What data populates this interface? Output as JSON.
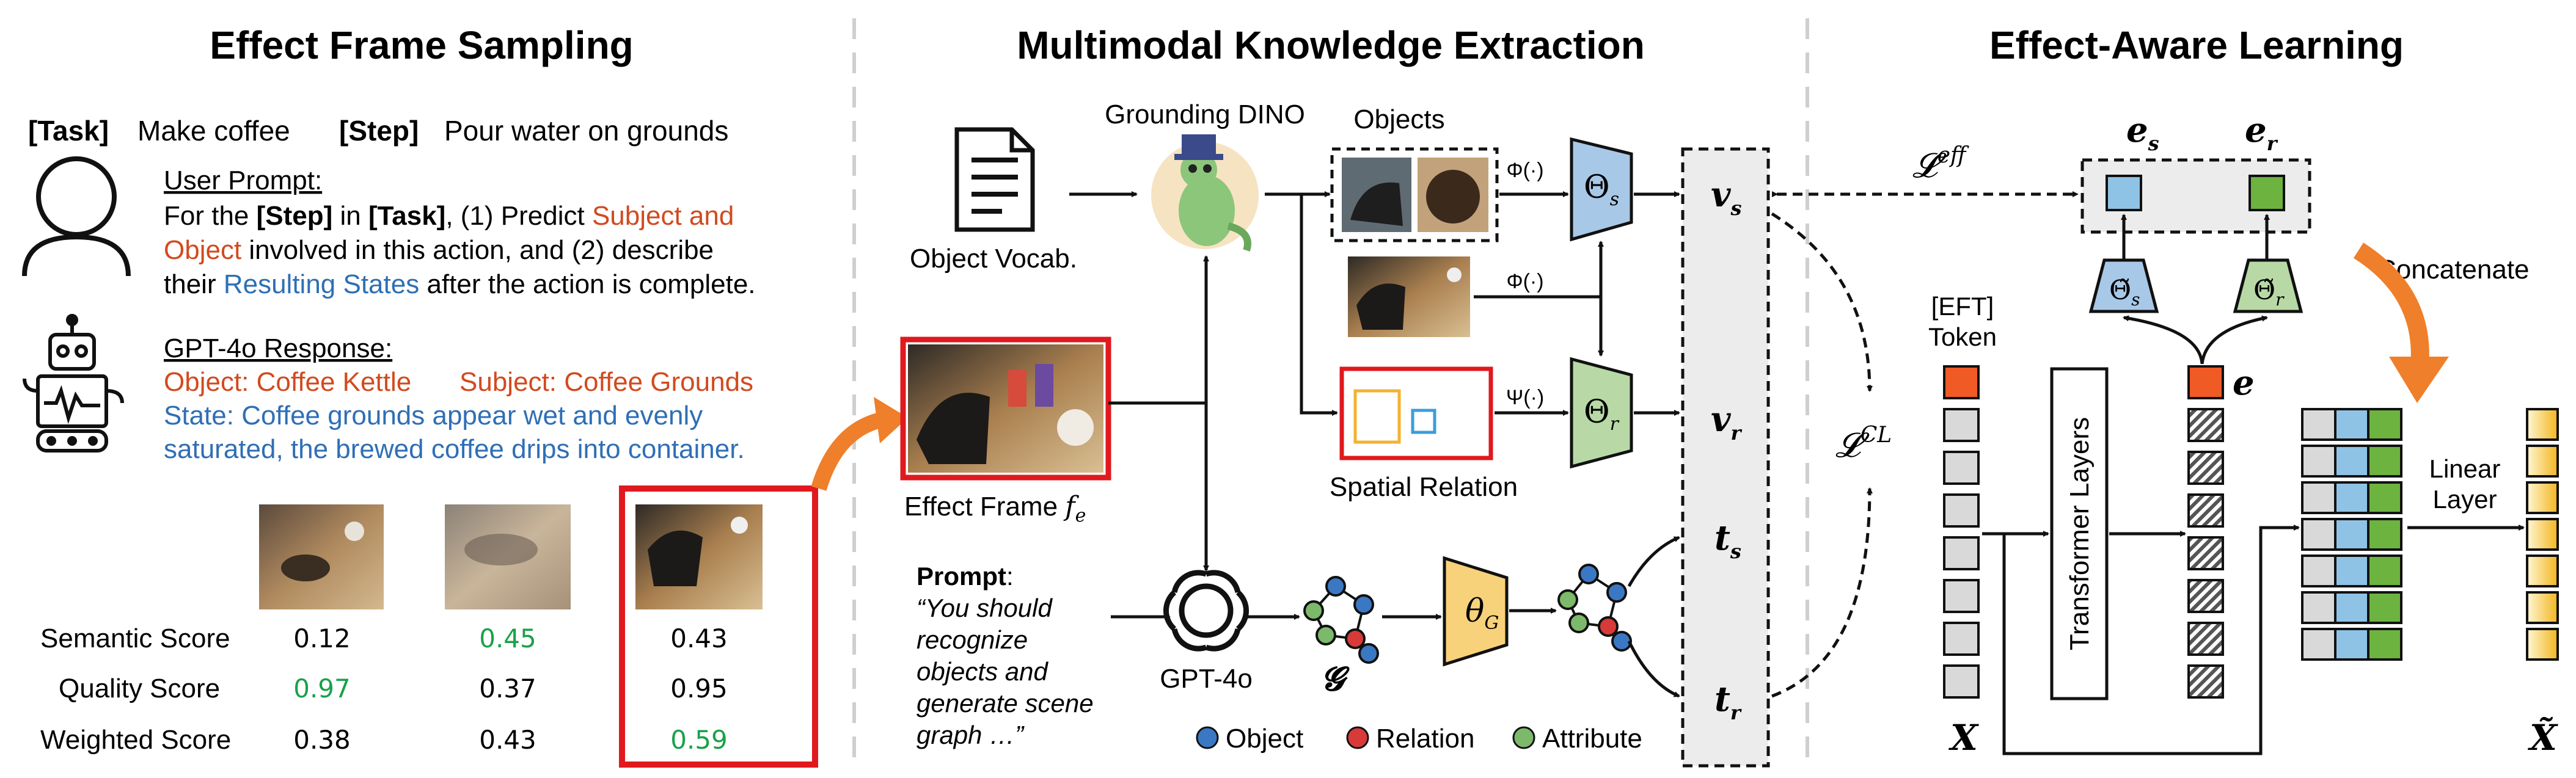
{
  "sections": {
    "left_title": "Effect Frame Sampling",
    "middle_title": "Multimodal Knowledge Extraction",
    "right_title": "Effect-Aware Learning"
  },
  "left": {
    "task_tag": "[Task]",
    "task_text": "Make coffee",
    "step_tag": "[Step]",
    "step_text": "Pour water on grounds",
    "user_prompt_label": "User Prompt:",
    "prompt_line1_a": "For the ",
    "prompt_line1_step": "[Step]",
    "prompt_line1_b": " in ",
    "prompt_line1_task": "[Task]",
    "prompt_line1_c": ", (1) Predict ",
    "prompt_line1_red": "Subject and",
    "prompt_line2_red": "Object",
    "prompt_line2_b": " involved in this action, and (2) describe",
    "prompt_line3_a": "their ",
    "prompt_line3_blue": "Resulting States",
    "prompt_line3_b": " after the action is complete.",
    "gpt_response_label": "GPT-4o Response:",
    "resp_object": "Object: Coffee Kettle",
    "resp_subject": "Subject: Coffee Grounds",
    "resp_state1": "State: Coffee grounds appear wet and evenly",
    "resp_state2": "saturated, the brewed coffee drips into container.",
    "score_rows": [
      {
        "label": "Semantic Score",
        "values": [
          "0.12",
          "0.45",
          "0.43"
        ],
        "highlight": 1
      },
      {
        "label": "Quality Score",
        "values": [
          "0.97",
          "0.37",
          "0.95"
        ],
        "highlight": 0
      },
      {
        "label": "Weighted Score",
        "values": [
          "0.38",
          "0.43",
          "0.59"
        ],
        "highlight": 2
      }
    ]
  },
  "middle": {
    "object_vocab": "Object Vocab.",
    "grounding_dino": "Grounding DINO",
    "objects": "Objects",
    "phi": "Φ(·)",
    "psi": "Ψ(·)",
    "theta_s": "Θ",
    "theta_s_sub": "s",
    "theta_r": "Θ",
    "theta_r_sub": "r",
    "spatial_relation": "Spatial Relation",
    "effect_frame": "Effect Frame ",
    "effect_frame_sym": "f",
    "effect_frame_sub": "e",
    "prompt_label": "Prompt",
    "prompt_colon": ":",
    "prompt_lines": [
      "“You should",
      "recognize",
      "objects and",
      "generate scene",
      "graph …”"
    ],
    "gpt4o": "GPT-4o",
    "graph_sym": "𝓖",
    "theta_g": "θ",
    "theta_g_sub": "G",
    "v_s": "v",
    "v_s_sub": "s",
    "v_r": "v",
    "v_r_sub": "r",
    "t_s": "t",
    "t_s_sub": "s",
    "t_r": "t",
    "t_r_sub": "r",
    "legend": [
      {
        "label": "Object",
        "color": "#3b78c4"
      },
      {
        "label": "Relation",
        "color": "#d83a3a"
      },
      {
        "label": "Attribute",
        "color": "#7db96a"
      }
    ]
  },
  "right": {
    "l_eff": "𝓛",
    "l_eff_sup": "eff",
    "l_cl": "𝓛",
    "l_cl_sup": "CL",
    "e_s": "e",
    "e_s_sub": "s",
    "e_r": "e",
    "e_r_sub": "r",
    "theta_tilde_s": "Θ̃",
    "theta_tilde_s_sub": "s",
    "theta_tilde_r": "Θ̃",
    "theta_tilde_r_sub": "r",
    "concatenate": "Concatenate",
    "eft_token_line1": "[EFT]",
    "eft_token_line2": "Token",
    "transformer_layers": "Transformer Layers",
    "e": "e",
    "linear_line1": "Linear",
    "linear_line2": "Layer",
    "x": "X",
    "x_tilde": "X̃"
  },
  "colors": {
    "red_text": "#d24a1e",
    "blue_text": "#2f6fb5",
    "green_text": "#1aa14a",
    "red_box": "#e0191e",
    "orange_arrow": "#ef7f2a",
    "theta_blue": "#a8c8e8",
    "theta_green": "#b8d9a5",
    "theta_g_yellow": "#f7d27a",
    "token_red": "#f05a24",
    "token_blue": "#8fc3e6",
    "token_green": "#6db33f",
    "token_grey": "#d9d9d9",
    "token_yellow": "#f6c744"
  }
}
